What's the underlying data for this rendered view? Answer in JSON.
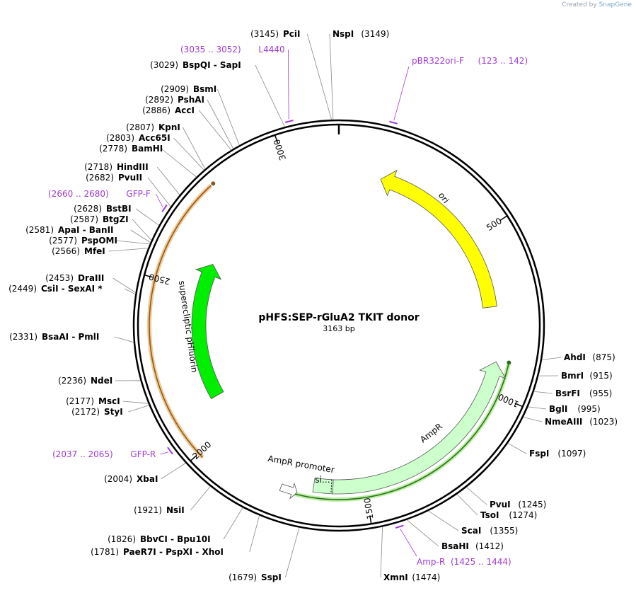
{
  "branding": {
    "created_by": "Created by",
    "app": "SnapGene"
  },
  "plasmid": {
    "name": "pHFS:SEP-rGluA2 TKIT donor",
    "length_label": "3163 bp",
    "length": 3163
  },
  "colors": {
    "primer": "#a03ad8",
    "ori": "#ffff00",
    "ampr": "#ccffcc",
    "sep": "#00ee00",
    "orf_orange": "#f4a040",
    "orf_green": "#4caf50"
  },
  "tick_labels": [
    {
      "bp": 500,
      "label": "500"
    },
    {
      "bp": 1000,
      "label": "1000"
    },
    {
      "bp": 1500,
      "label": "1500"
    },
    {
      "bp": 2000,
      "label": "2000"
    },
    {
      "bp": 2500,
      "label": "2500"
    },
    {
      "bp": 3000,
      "label": "3000"
    }
  ],
  "features": [
    {
      "name": "ori",
      "label": "ori",
      "start": 140,
      "end": 730,
      "direction": "reverse",
      "color": "#ffff00"
    },
    {
      "name": "AmpR",
      "label": "AmpR",
      "start": 905,
      "end": 1600,
      "direction": "reverse",
      "color": "#ccffcc"
    },
    {
      "name": "signal",
      "label": "si…",
      "start": 1600,
      "end": 1660,
      "direction": "none",
      "color": "#ccffcc"
    },
    {
      "name": "AmpR promoter",
      "label": "AmpR promoter",
      "start": 1660,
      "end": 1700,
      "direction": "reverse",
      "color": "#ffffff"
    },
    {
      "name": "superecliptic pHluorin",
      "label": "superecliptic pHluorin",
      "start": 2110,
      "end": 2600,
      "direction": "forward",
      "color": "#00ee00"
    }
  ],
  "enzymes": [
    {
      "label": "PciI",
      "pos": "(3145)",
      "bp": 3145
    },
    {
      "label": "NspI",
      "pos": "(3149)",
      "bp": 3149
    },
    {
      "label": "BspQI  - SapI",
      "pos": "(3029)",
      "bp": 3029
    },
    {
      "label": "BsmI",
      "pos": "(2909)",
      "bp": 2909
    },
    {
      "label": "PshAI",
      "pos": "(2892)",
      "bp": 2892
    },
    {
      "label": "AccI",
      "pos": "(2886)",
      "bp": 2886
    },
    {
      "label": "KpnI",
      "pos": "(2807)",
      "bp": 2807
    },
    {
      "label": "Acc65I",
      "pos": "(2803)",
      "bp": 2803
    },
    {
      "label": "BamHI",
      "pos": "(2778)",
      "bp": 2778
    },
    {
      "label": "HindIII",
      "pos": "(2718)",
      "bp": 2718
    },
    {
      "label": "PvuII",
      "pos": "(2682)",
      "bp": 2682
    },
    {
      "label": "BstBI",
      "pos": "(2628)",
      "bp": 2628
    },
    {
      "label": "BtgZI",
      "pos": "(2587)",
      "bp": 2587
    },
    {
      "label": "ApaI  - BanII",
      "pos": "(2581)",
      "bp": 2581
    },
    {
      "label": "PspOMI",
      "pos": "(2577)",
      "bp": 2577
    },
    {
      "label": "MfeI",
      "pos": "(2566)",
      "bp": 2566
    },
    {
      "label": "DraIII",
      "pos": "(2453)",
      "bp": 2453
    },
    {
      "label": "CsiI  - SexAI *",
      "pos": "(2449)",
      "bp": 2449
    },
    {
      "label": "BsaAI  - PmlI",
      "pos": "(2331)",
      "bp": 2331
    },
    {
      "label": "NdeI",
      "pos": "(2236)",
      "bp": 2236
    },
    {
      "label": "MscI",
      "pos": "(2177)",
      "bp": 2177
    },
    {
      "label": "StyI",
      "pos": "(2172)",
      "bp": 2172
    },
    {
      "label": "XbaI",
      "pos": "(2004)",
      "bp": 2004
    },
    {
      "label": "NsiI",
      "pos": "(1921)",
      "bp": 1921
    },
    {
      "label": "BbvCI  - Bpu10I",
      "pos": "(1826)",
      "bp": 1826
    },
    {
      "label": "PaeR7I  - PspXI  - XhoI",
      "pos": "(1781)",
      "bp": 1781
    },
    {
      "label": "SspI",
      "pos": "(1679)",
      "bp": 1679
    },
    {
      "label": "XmnI",
      "pos": "(1474)",
      "bp": 1474
    },
    {
      "label": "BsaHI",
      "pos": "(1412)",
      "bp": 1412
    },
    {
      "label": "ScaI",
      "pos": "(1355)",
      "bp": 1355
    },
    {
      "label": "TsoI",
      "pos": "(1274)",
      "bp": 1274
    },
    {
      "label": "PvuI",
      "pos": "(1245)",
      "bp": 1245
    },
    {
      "label": "FspI",
      "pos": "(1097)",
      "bp": 1097
    },
    {
      "label": "NmeAIII",
      "pos": "(1023)",
      "bp": 1023
    },
    {
      "label": "BglI",
      "pos": "(995)",
      "bp": 995
    },
    {
      "label": "BsrFI",
      "pos": "(955)",
      "bp": 955
    },
    {
      "label": "BmrI",
      "pos": "(915)",
      "bp": 915
    },
    {
      "label": "AhdI",
      "pos": "(875)",
      "bp": 875
    }
  ],
  "primers": [
    {
      "label": "L4440",
      "range": "(3035 .. 3052)",
      "bp": 3043
    },
    {
      "label": "pBR322ori-F",
      "range": "(123 .. 142)",
      "bp": 132
    },
    {
      "label": "GFP-F",
      "range": "(2660 .. 2680)",
      "bp": 2670
    },
    {
      "label": "GFP-R",
      "range": "(2037 .. 2065)",
      "bp": 2051
    },
    {
      "label": "Amp-R",
      "range": "(1425 .. 1444)",
      "bp": 1434
    }
  ]
}
